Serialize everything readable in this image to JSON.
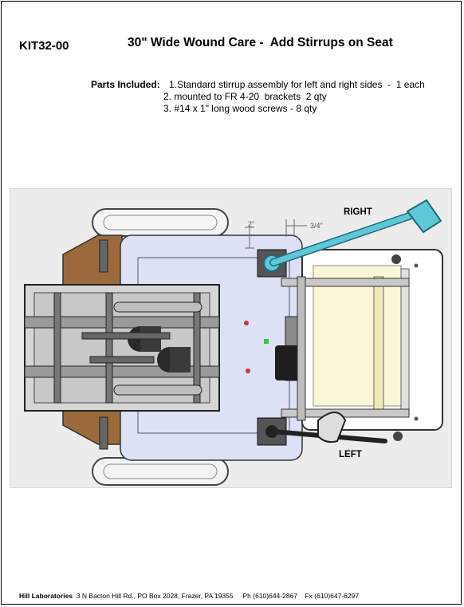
{
  "header": {
    "kit_code": "KIT32-00",
    "title": "30\" Wide Wound Care -  Add Stirrups on Seat"
  },
  "parts": {
    "label": "Parts Included:",
    "items": [
      "1.Standard stirrup assembly for left and right sides  -  1 each",
      "2. mounted to FR 4-20  brackets  2 qty",
      "3. #14 x 1\" long wood screws - 8 qty"
    ]
  },
  "drawing": {
    "right_label": "RIGHT",
    "left_label": "LEFT",
    "dim_vertical": "2\"",
    "dim_horizontal": "3/4\""
  },
  "footer": {
    "company": "Hill Laboratories",
    "address": "3 N Bacton Hill Rd., PO Box 2028, Frazer, PA 19355",
    "phone": "Ph (610)644-2867",
    "fax": "Fx (610)647-6297"
  },
  "colors": {
    "seat_fill": "#dde1f5",
    "wood": "#9a6a3c",
    "stirrup_bar": "#5fc8d8",
    "pad_fill": "#fbf6d6"
  }
}
